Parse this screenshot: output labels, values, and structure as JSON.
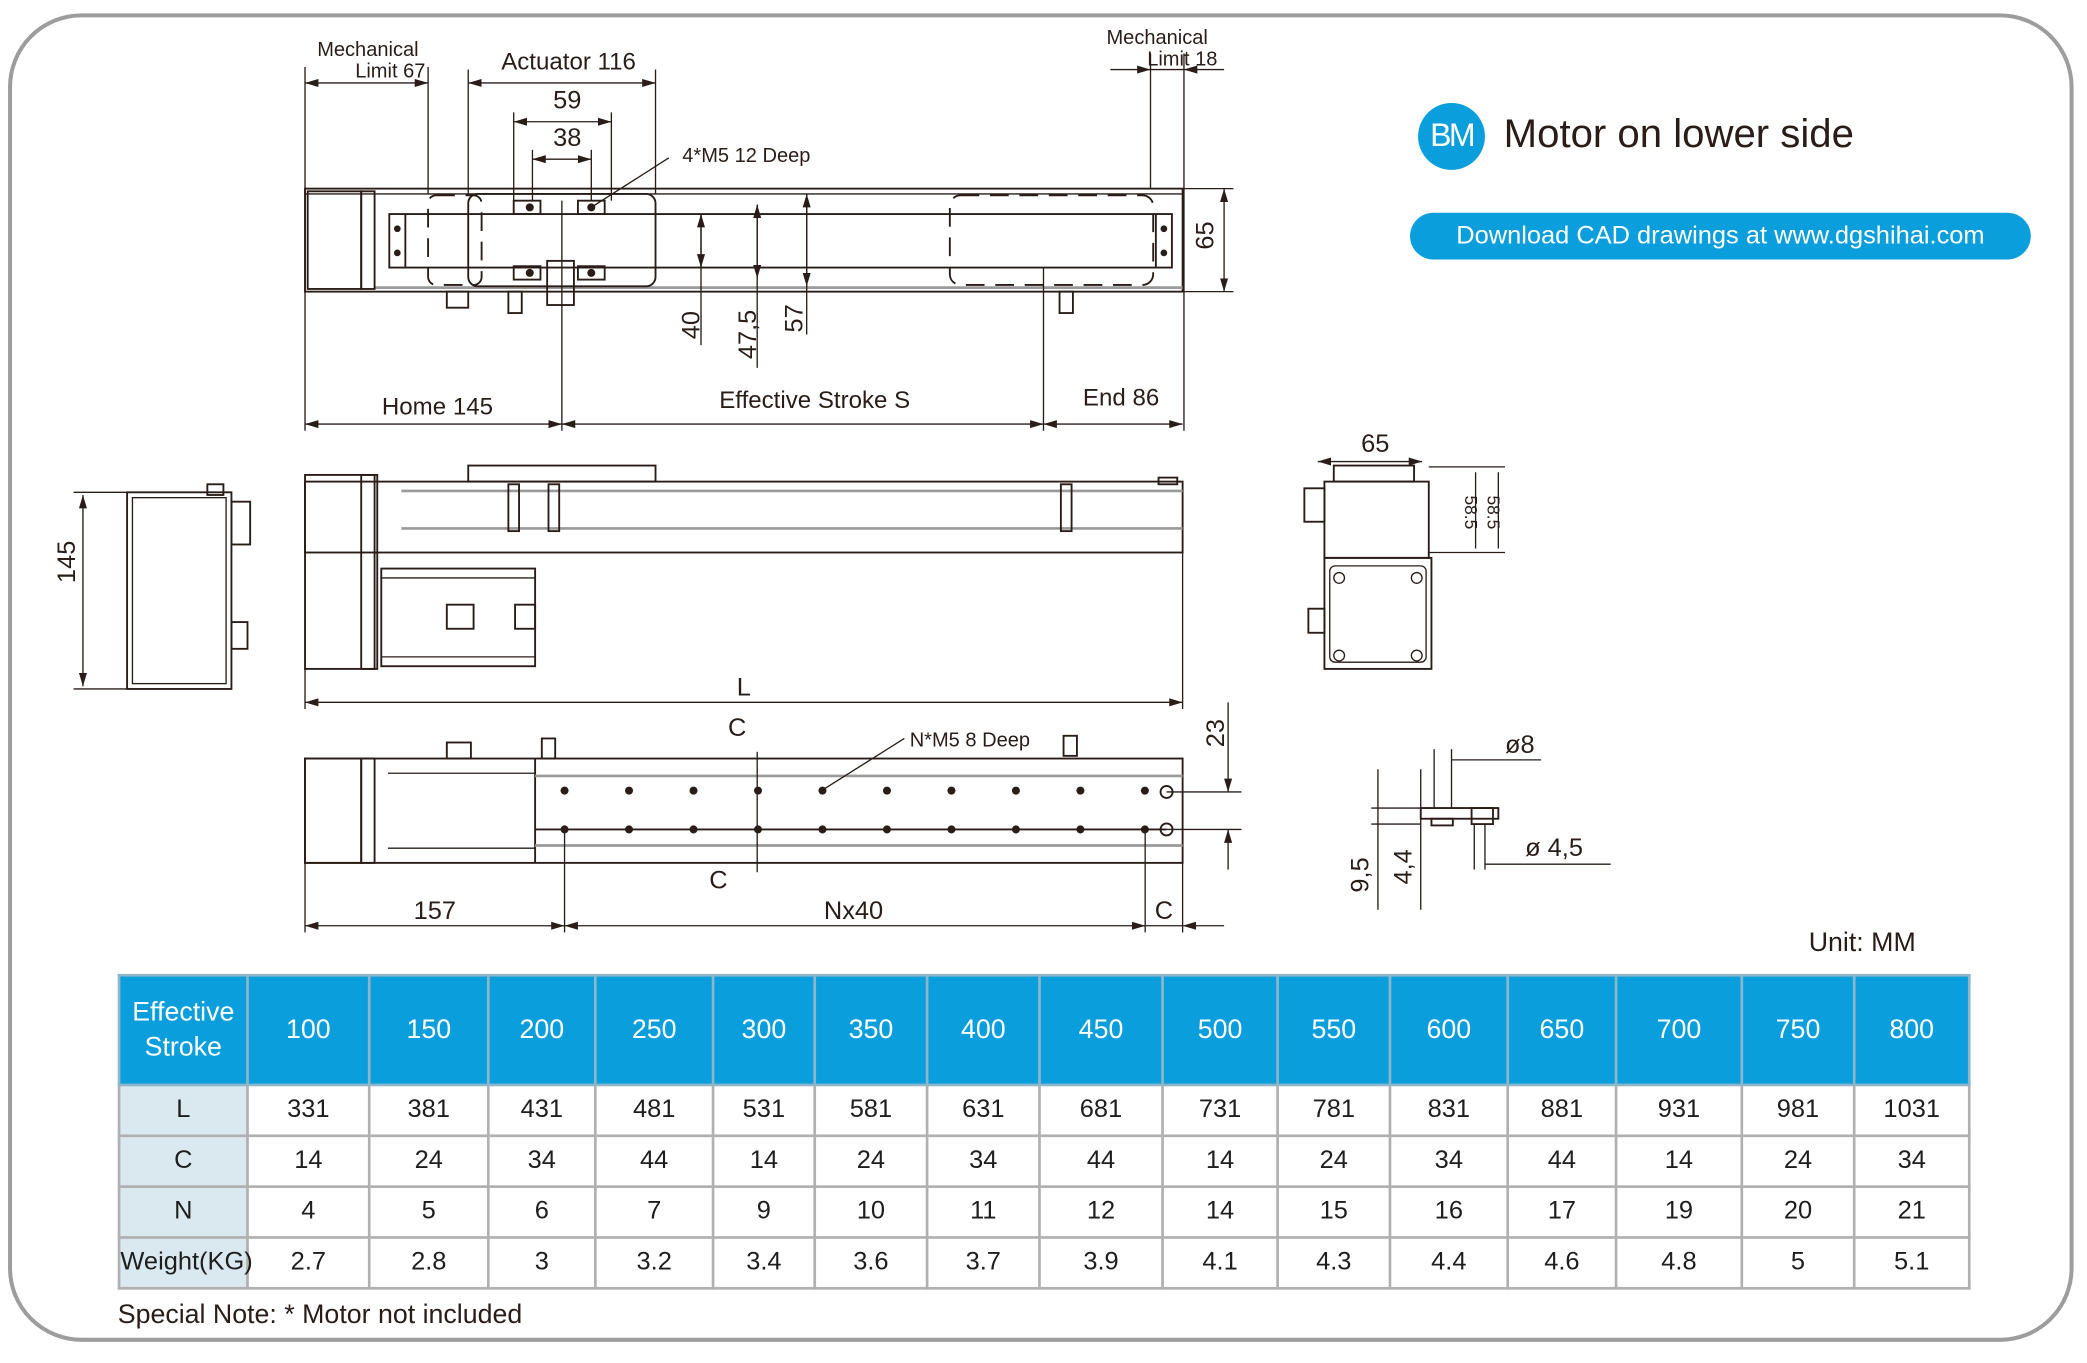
{
  "header": {
    "badge": "BM",
    "title": "Motor on lower side",
    "download": "Download CAD drawings at www.dgshihai.com"
  },
  "colors": {
    "accent": "#0a9fdc",
    "row_header_bg": "#d9e9ef",
    "line": "#2a1d18"
  },
  "drawing": {
    "mech_limit_left_1": "Mechanical",
    "mech_limit_left_2": "Limit 67",
    "actuator": "Actuator 116",
    "dim_59": "59",
    "dim_38": "38",
    "tap_note": "4*M5 12 Deep",
    "mech_limit_right_1": "Mechanical",
    "mech_limit_right_2": "Limit 18",
    "dim_65_top": "65",
    "dim_40": "40",
    "dim_47_5": "47,5",
    "dim_57": "57",
    "home": "Home 145",
    "stroke": "Effective Stroke S",
    "end": "End 86",
    "dim_145": "145",
    "dim_L": "L",
    "dim_65_end": "65",
    "dim_58_5_a": "58.5",
    "dim_58_5_b": "58.5",
    "section_c_top": "C",
    "section_c_bottom": "C",
    "bottom_tap_note": "N*M5  8 Deep",
    "dim_23": "23",
    "dim_157": "157",
    "dim_nx40": "Nx40",
    "dim_c": "C",
    "dia_8": "ø8",
    "dia_4_5": "ø 4,5",
    "dim_9_5": "9,5",
    "dim_4_4": "4,4"
  },
  "unit": "Unit: MM",
  "table": {
    "header_label": "Effective Stroke",
    "strokes": [
      "100",
      "150",
      "200",
      "250",
      "300",
      "350",
      "400",
      "450",
      "500",
      "550",
      "600",
      "650",
      "700",
      "750",
      "800"
    ],
    "rows": [
      {
        "label": "L",
        "values": [
          "331",
          "381",
          "431",
          "481",
          "531",
          "581",
          "631",
          "681",
          "731",
          "781",
          "831",
          "881",
          "931",
          "981",
          "1031"
        ]
      },
      {
        "label": "C",
        "values": [
          "14",
          "24",
          "34",
          "44",
          "14",
          "24",
          "34",
          "44",
          "14",
          "24",
          "34",
          "44",
          "14",
          "24",
          "34"
        ]
      },
      {
        "label": "N",
        "values": [
          "4",
          "5",
          "6",
          "7",
          "9",
          "10",
          "11",
          "12",
          "14",
          "15",
          "16",
          "17",
          "19",
          "20",
          "21"
        ]
      },
      {
        "label": "Weight(KG)",
        "values": [
          "2.7",
          "2.8",
          "3",
          "3.2",
          "3.4",
          "3.6",
          "3.7",
          "3.9",
          "4.1",
          "4.3",
          "4.4",
          "4.6",
          "4.8",
          "5",
          "5.1"
        ]
      }
    ]
  },
  "note": "Special Note: * Motor not included"
}
